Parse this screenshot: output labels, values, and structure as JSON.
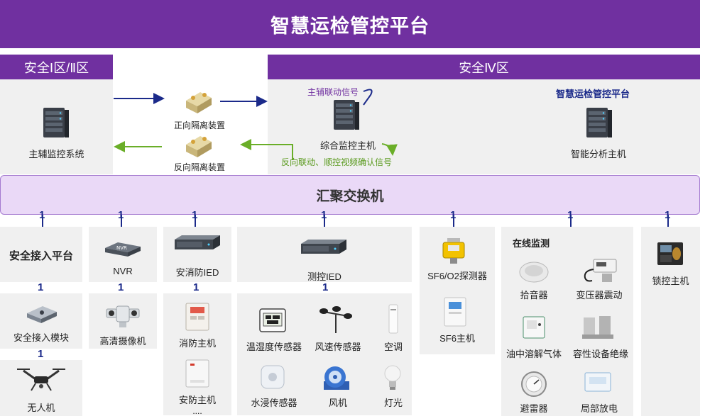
{
  "banner_title": "智慧运检管控平台",
  "zones": {
    "left": "安全Ⅰ区/Ⅱ区",
    "right": "安全Ⅳ区"
  },
  "top": {
    "master_monitor": "主辅监控系统",
    "forward_isolation": "正向隔离装置",
    "reverse_isolation": "反向隔离装置",
    "linkage_signal": "主辅联动信号",
    "integrated_host": "综合监控主机",
    "reverse_signal": "反向联动、顺控视频确认信号",
    "platform_label": "智慧运检管控平台",
    "analysis_host": "智能分析主机"
  },
  "switch_label": "汇聚交换机",
  "link_marker": "1",
  "columns": {
    "access_platform": "安全接入平台",
    "access_module": "安全接入模块",
    "drone": "无人机",
    "nvr": "NVR",
    "nvr_device_text": "NVR",
    "hd_camera": "高清摄像机",
    "security_ied": "安消防IED",
    "fire_host": "消防主机",
    "security_host": "安防主机",
    "ellipsis": "....",
    "measure_ied": "测控IED",
    "temp_humidity": "温湿度传感器",
    "wind_speed": "风速传感器",
    "ac": "空调",
    "water_sensor": "水浸传感器",
    "fan": "风机",
    "light": "灯光",
    "sf6_detector": "SF6/O2探测器",
    "sf6_host": "SF6主机",
    "online_monitor": "在线监测",
    "pickup": "拾音器",
    "transformer_vibration": "变压器震动",
    "oil_gas": "油中溶解气体",
    "capacitive_insulation": "容性设备绝缘",
    "arrester": "避雷器",
    "partial_discharge": "局部放电",
    "lock_host": "锁控主机"
  },
  "colors": {
    "purple": "#7030a0",
    "switch_fill": "#ead9f7",
    "panel": "#f0f0f0",
    "arrow_navy": "#1b2a8a",
    "arrow_green": "#6aae28"
  }
}
